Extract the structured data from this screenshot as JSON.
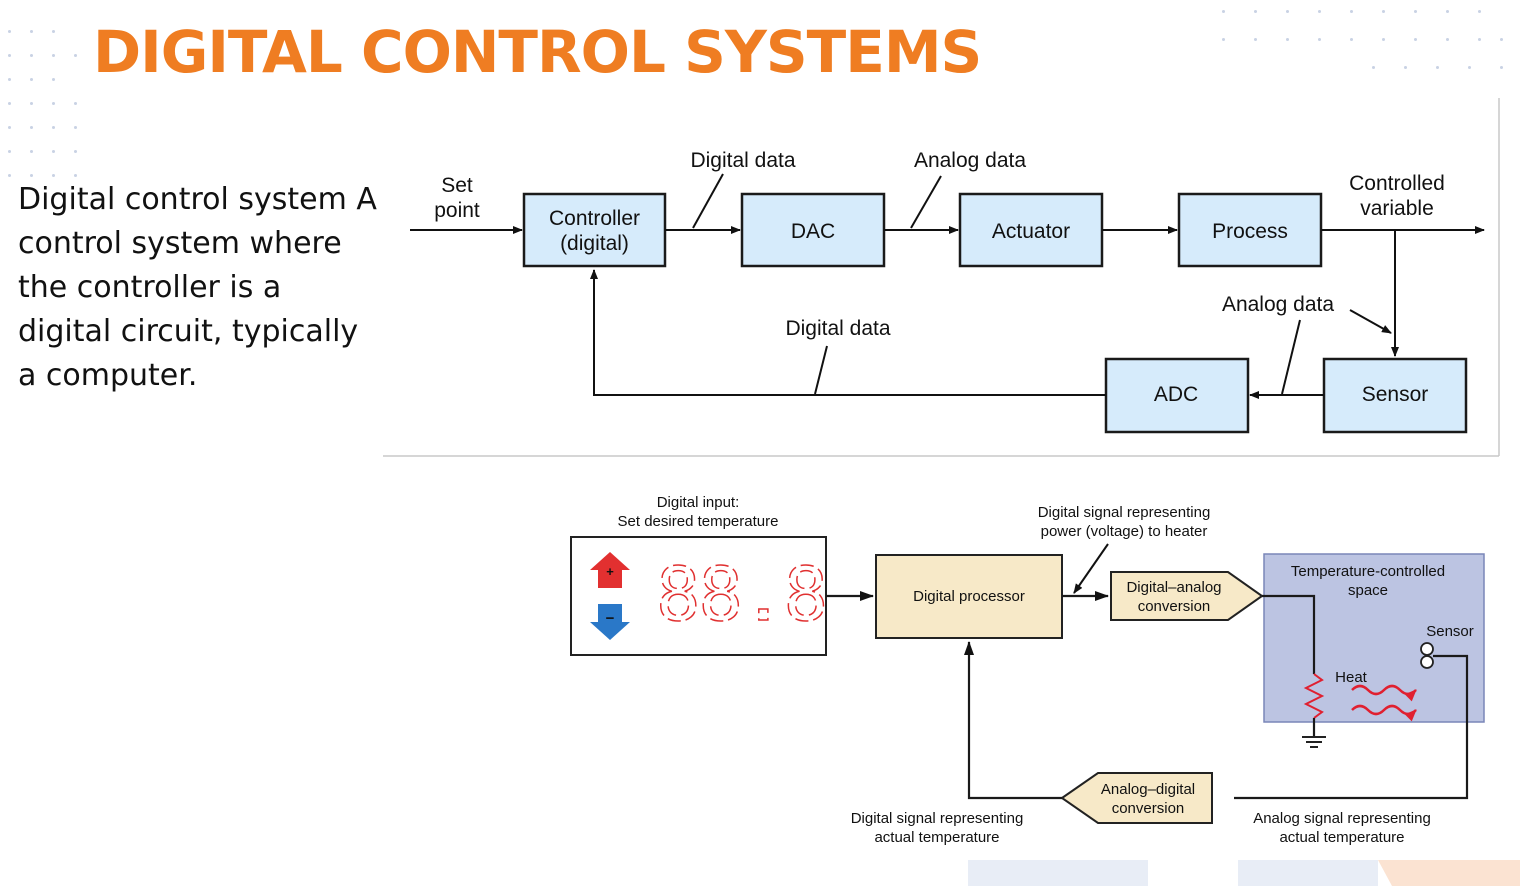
{
  "slide": {
    "title": "DIGITAL CONTROL SYSTEMS",
    "description": "Digital control system A control system where the controller is a digital circuit, typically a computer."
  },
  "block_diagram": {
    "set_point": [
      "Set",
      "point"
    ],
    "controller": [
      "Controller",
      "(digital)"
    ],
    "dac": "DAC",
    "actuator": "Actuator",
    "process": "Process",
    "controlled_variable": [
      "Controlled",
      "variable"
    ],
    "sensor": "Sensor",
    "adc": "ADC",
    "digital_data_top": "Digital data",
    "analog_data_top": "Analog data",
    "analog_data_right": "Analog data",
    "digital_data_bottom": "Digital data"
  },
  "thermo_diagram": {
    "digital_input": [
      "Digital input:",
      "Set desired temperature"
    ],
    "display_value": "88.8",
    "plus_label": "+",
    "minus_label": "−",
    "digital_processor": "Digital processor",
    "signal_to_heater": [
      "Digital signal representing",
      "power (voltage) to heater"
    ],
    "dac": [
      "Digital–analog",
      "conversion"
    ],
    "space": [
      "Temperature-controlled",
      "space"
    ],
    "sensor": "Sensor",
    "heat": "Heat",
    "adc": [
      "Analog–digital",
      "conversion"
    ],
    "digital_actual": [
      "Digital signal representing",
      "actual temperature"
    ],
    "analog_actual": [
      "Analog signal representing",
      "actual temperature"
    ]
  },
  "colors": {
    "title": "#ef7d22",
    "block_fill": "#d6ebfb",
    "processor_fill": "#f7e9c8",
    "space_fill": "#bcc4e2",
    "heat": "#e02030",
    "plus_arrow": "#e23030",
    "minus_arrow": "#2a78c8"
  }
}
